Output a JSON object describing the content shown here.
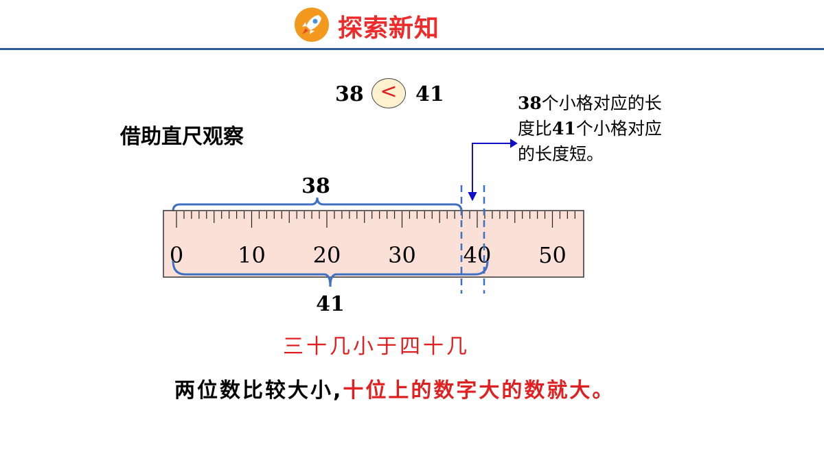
{
  "header": {
    "title": "探索新知",
    "icon": "rocket-icon",
    "accent": "#ee2a2a",
    "rule_color": "#2f5b9c"
  },
  "comparison": {
    "left": "38",
    "symbol": "<",
    "right": "41"
  },
  "observe_label": "借助直尺观察",
  "note": {
    "num_a": "38",
    "text_a": "个小格对应的长度比",
    "num_b": "41",
    "text_b": "个小格对应的长度短。"
  },
  "ruler": {
    "labels": [
      "0",
      "10",
      "20",
      "30",
      "40",
      "50"
    ],
    "top_brace_label": "38",
    "bottom_brace_label": "41",
    "fill_color": "#fae0d6",
    "brace_color": "#3d6fc2"
  },
  "conclusion": "三十几小于四十几",
  "rule": {
    "prefix": "两位数比较大小,",
    "highlight": "十位上的数字大的数就大。"
  }
}
